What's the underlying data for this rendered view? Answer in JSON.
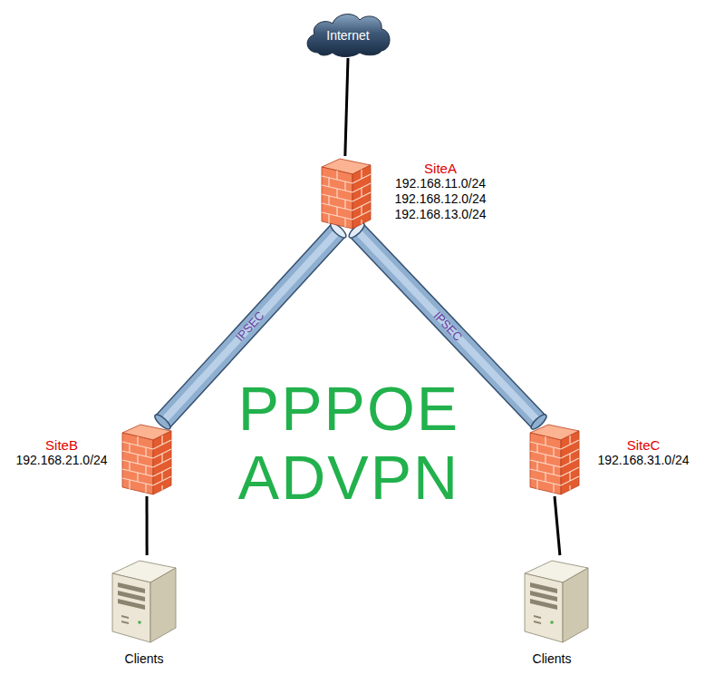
{
  "diagram": {
    "nodes": [
      {
        "text": [
          "Internet"
        ]
      },
      {
        "text": [
          "SiteA",
          "192.168.11.0/24",
          "192.168.12.0/24",
          "192.168.13.0/24"
        ]
      },
      {
        "text": [
          "SiteB",
          "192.168.21.0/24"
        ]
      },
      {
        "text": [
          "SiteC",
          "192.168.31.0/24"
        ]
      },
      {
        "text": [
          "Clients"
        ]
      },
      {
        "text": [
          "Clients"
        ]
      }
    ],
    "edges": [
      {
        "from": 0,
        "to": 1,
        "arrow": "none"
      },
      {
        "from": 1,
        "to": 2,
        "arrow": "none",
        "label": "IPSEC"
      },
      {
        "from": 1,
        "to": 3,
        "arrow": "none",
        "label": "IPSEC"
      },
      {
        "from": 2,
        "to": 4,
        "arrow": "none"
      },
      {
        "from": 3,
        "to": 5,
        "arrow": "none"
      }
    ],
    "labels": [
      "PPPOE",
      "ADVPN"
    ]
  }
}
